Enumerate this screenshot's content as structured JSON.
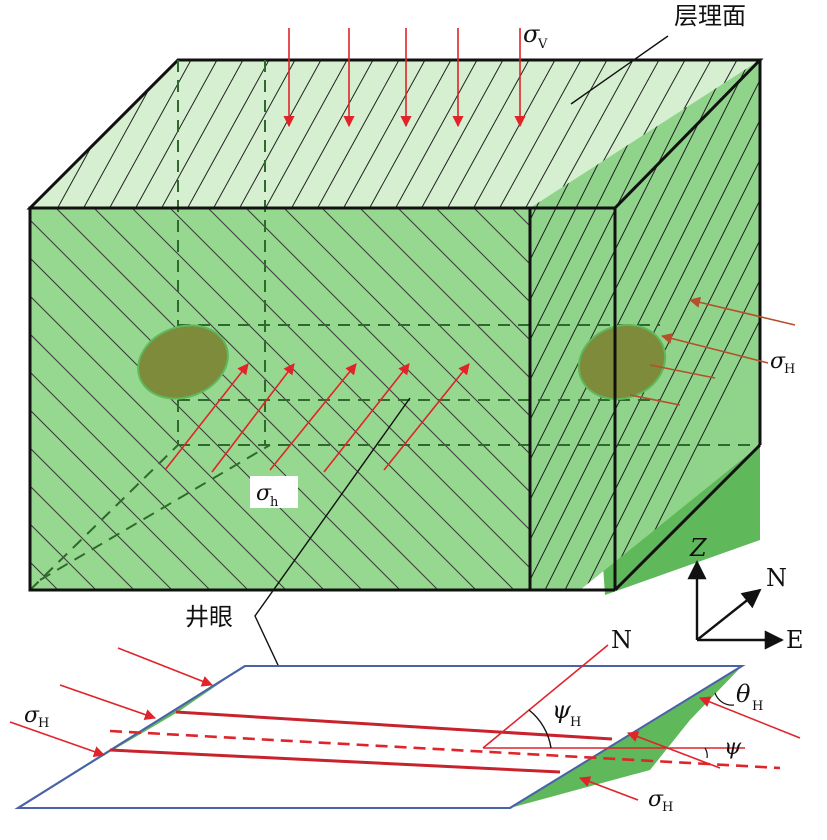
{
  "labels": {
    "bedding_plane": "层理面",
    "wellbore": "井眼",
    "sigma_v": "σ",
    "sigma_v_sub": "V",
    "sigma_H_right": "σ",
    "sigma_H_right_sub": "H",
    "sigma_h": "σ",
    "sigma_h_sub": "h",
    "sigma_H_left": "σ",
    "sigma_H_left_sub": "H",
    "sigma_H_bottom": "σ",
    "sigma_H_bottom_sub": "H",
    "psi_H": "ψ",
    "psi_H_sub": "H",
    "psi": "ψ",
    "theta_H": "θ",
    "theta_H_sub": "H",
    "north_plane": "N"
  },
  "axes": {
    "z": "Z",
    "n": "N",
    "e": "E"
  },
  "colors": {
    "green_face": "#8fd48a",
    "green_dark": "#5fb85a",
    "green_light": "#d6efd0",
    "wellbore_red": "#c8232c",
    "arrow_red": "#e0242a",
    "arrow_brown": "#b5502a",
    "plane_blue": "#4a63a8",
    "hole": "#7d8b3a"
  }
}
